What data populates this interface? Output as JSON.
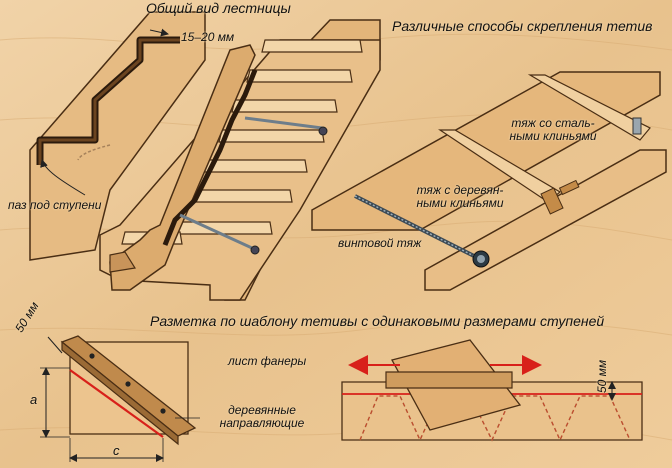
{
  "titles": {
    "general_view": "Общий вид лестницы",
    "fastening_methods": "Различные способы скрепления тетив",
    "template_marking": "Разметка по шаблону тетивы с одинаковыми размерами ступеней"
  },
  "labels": {
    "groove": "паз под ступени",
    "dim_15_20": "15–20 мм",
    "steel_wedge_line1": "тяж со сталь-",
    "steel_wedge_line2": "ными клиньями",
    "wood_wedge_line1": "тяж с деревян-",
    "wood_wedge_line2": "ными клиньями",
    "screw_rod": "винтовой тяж",
    "plywood": "лист фанеры",
    "guides_line1": "деревянные",
    "guides_line2": "направляющие",
    "dim_50_left": "50 мм",
    "dim_50_right": "50 мм",
    "dim_a": "a",
    "dim_c": "c"
  },
  "colors": {
    "background": "#ecc99a",
    "wood_light": "#f0d2a2",
    "wood_mid": "#e2b67e",
    "wood_dark": "#c79a62",
    "outline": "#4a2e14",
    "accent_red": "#d8201a",
    "steel": "#8a9aa6"
  }
}
